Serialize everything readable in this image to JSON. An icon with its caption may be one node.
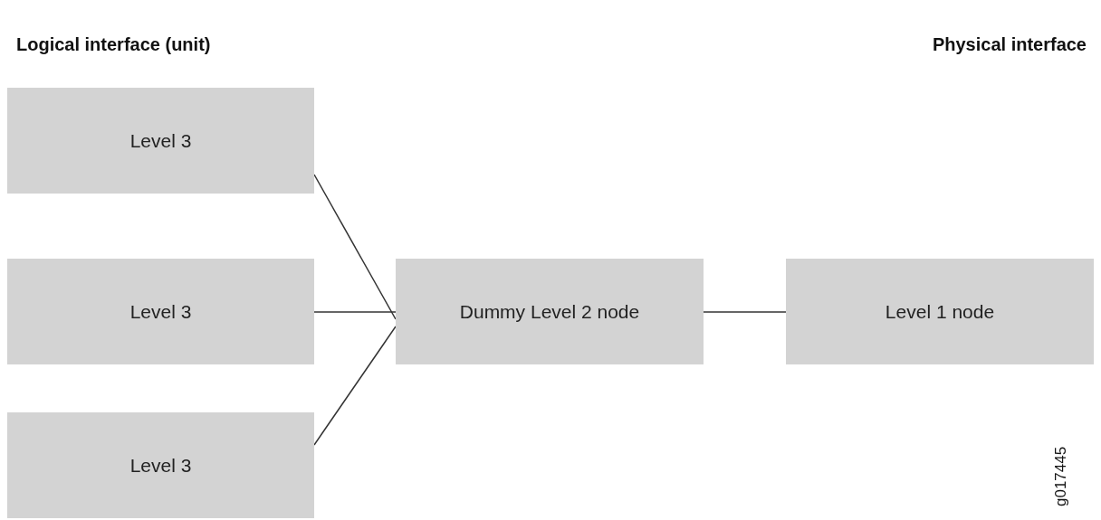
{
  "diagram": {
    "nodes": [
      {
        "text": [
          "Level 3"
        ]
      },
      {
        "text": [
          "Level 3"
        ]
      },
      {
        "text": [
          "Level 3"
        ]
      },
      {
        "text": [
          "Dummy Level 2 node"
        ]
      },
      {
        "text": [
          "Level 1 node"
        ]
      }
    ],
    "edges": [
      {
        "from": 0,
        "to": 3,
        "arrow": "none"
      },
      {
        "from": 1,
        "to": 3,
        "arrow": "none"
      },
      {
        "from": 2,
        "to": 3,
        "arrow": "none"
      },
      {
        "from": 3,
        "to": 4,
        "arrow": "none"
      }
    ],
    "labels": [
      "Logical interface (unit)",
      "Physical interface",
      "g017445"
    ]
  }
}
